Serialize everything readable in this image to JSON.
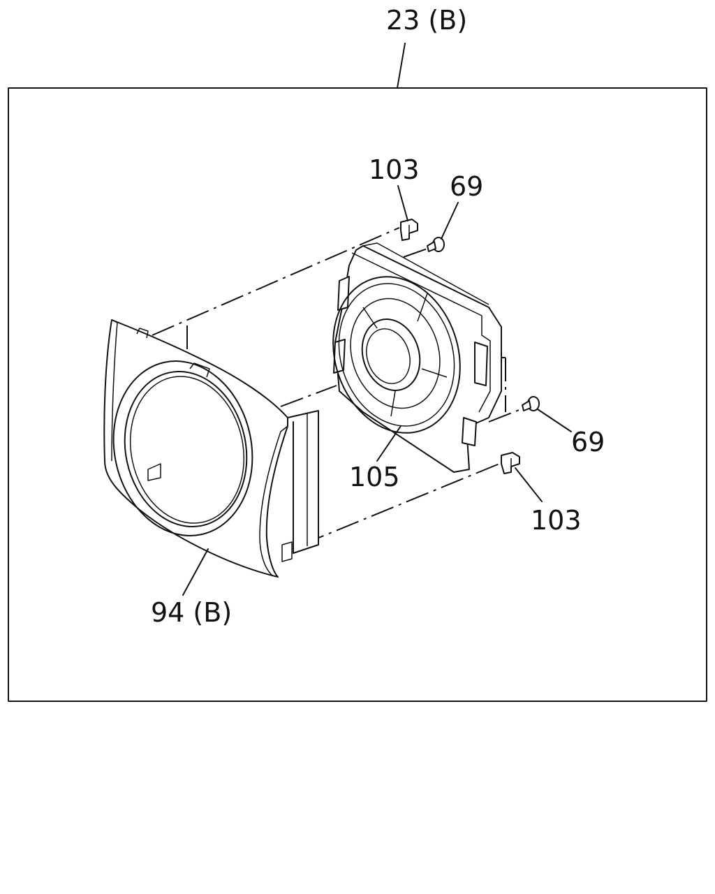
{
  "labels": {
    "assembly": "23 (B)",
    "clip_top": "103",
    "screw_top": "69",
    "screw_right": "69",
    "speaker": "105",
    "clip_bottom": "103",
    "bezel": "94 (B)"
  },
  "colors": {
    "ink": "#111111",
    "background": "#ffffff"
  }
}
